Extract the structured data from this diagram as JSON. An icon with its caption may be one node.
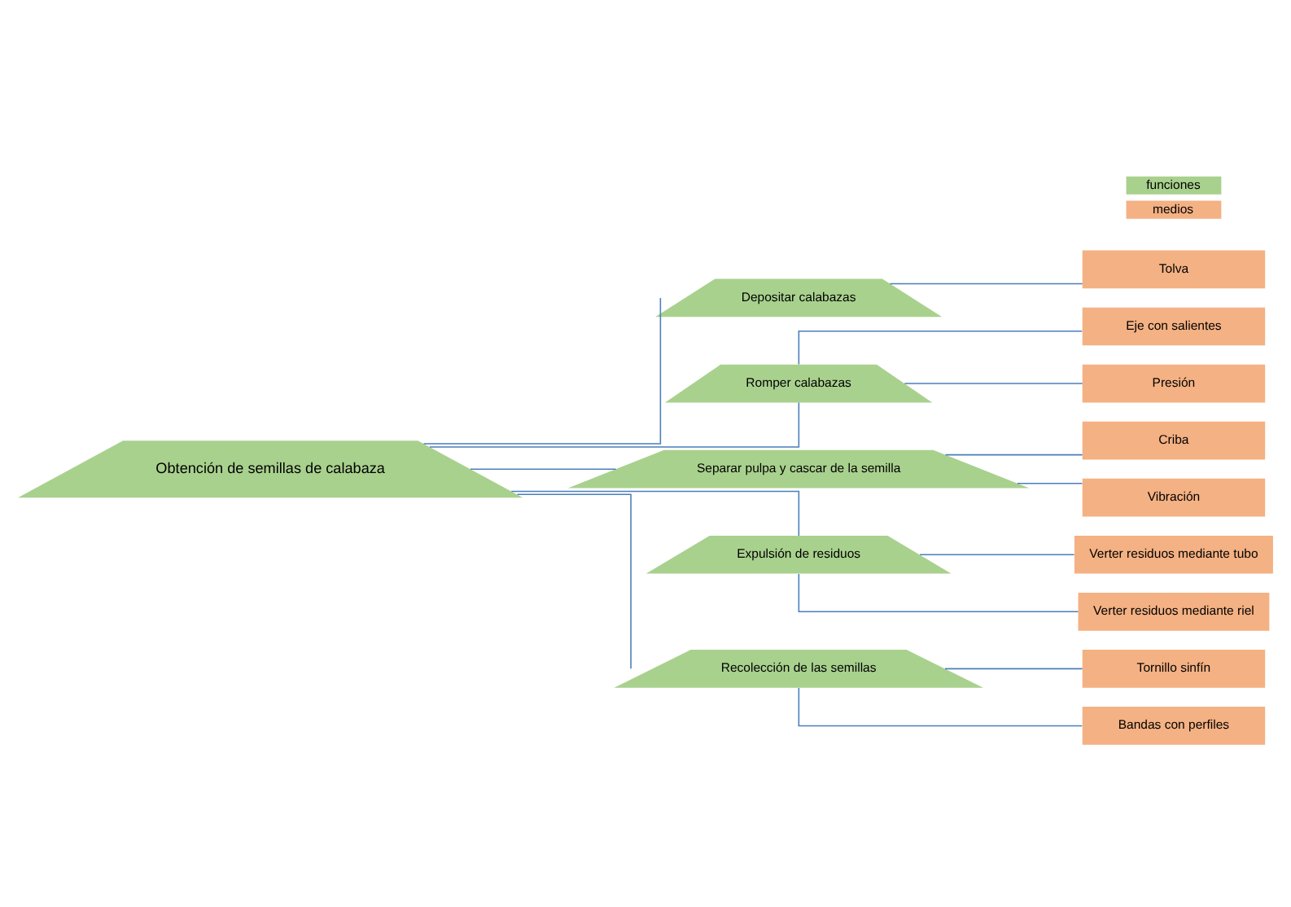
{
  "diagram": {
    "nodes": [
      {
        "text": [
          "Obtención de semillas de calabaza"
        ]
      },
      {
        "text": [
          "Depositar calabazas"
        ]
      },
      {
        "text": [
          "Tolva"
        ]
      },
      {
        "text": [
          "Romper calabazas"
        ]
      },
      {
        "text": [
          "Eje con salientes"
        ]
      },
      {
        "text": [
          "Presión"
        ]
      },
      {
        "text": [
          "Separar pulpa y cascar de la semilla"
        ]
      },
      {
        "text": [
          "Criba"
        ]
      },
      {
        "text": [
          "Vibración"
        ]
      },
      {
        "text": [
          "Expulsión de residuos"
        ]
      },
      {
        "text": [
          "Verter residuos mediante tubo"
        ]
      },
      {
        "text": [
          "Verter residuos mediante riel"
        ]
      },
      {
        "text": [
          "Recolección de las semillas"
        ]
      },
      {
        "text": [
          "Tornillo sinfín"
        ]
      },
      {
        "text": [
          "Bandas con perfiles"
        ]
      }
    ],
    "edges": [
      {
        "from": 0,
        "to": 1,
        "arrow": "none"
      },
      {
        "from": 0,
        "to": 3,
        "arrow": "none"
      },
      {
        "from": 0,
        "to": 6,
        "arrow": "none"
      },
      {
        "from": 0,
        "to": 9,
        "arrow": "none"
      },
      {
        "from": 0,
        "to": 12,
        "arrow": "none"
      },
      {
        "from": 1,
        "to": 2,
        "arrow": "none"
      },
      {
        "from": 3,
        "to": 4,
        "arrow": "none"
      },
      {
        "from": 3,
        "to": 5,
        "arrow": "none"
      },
      {
        "from": 6,
        "to": 7,
        "arrow": "none"
      },
      {
        "from": 6,
        "to": 8,
        "arrow": "none"
      },
      {
        "from": 9,
        "to": 10,
        "arrow": "none"
      },
      {
        "from": 9,
        "to": 11,
        "arrow": "none"
      },
      {
        "from": 12,
        "to": 13,
        "arrow": "none"
      },
      {
        "from": 12,
        "to": 14,
        "arrow": "none"
      }
    ],
    "legend": [
      {
        "text": "funciones",
        "color": "#a9d18e"
      },
      {
        "text": "medios",
        "color": "#f4b183"
      }
    ]
  }
}
